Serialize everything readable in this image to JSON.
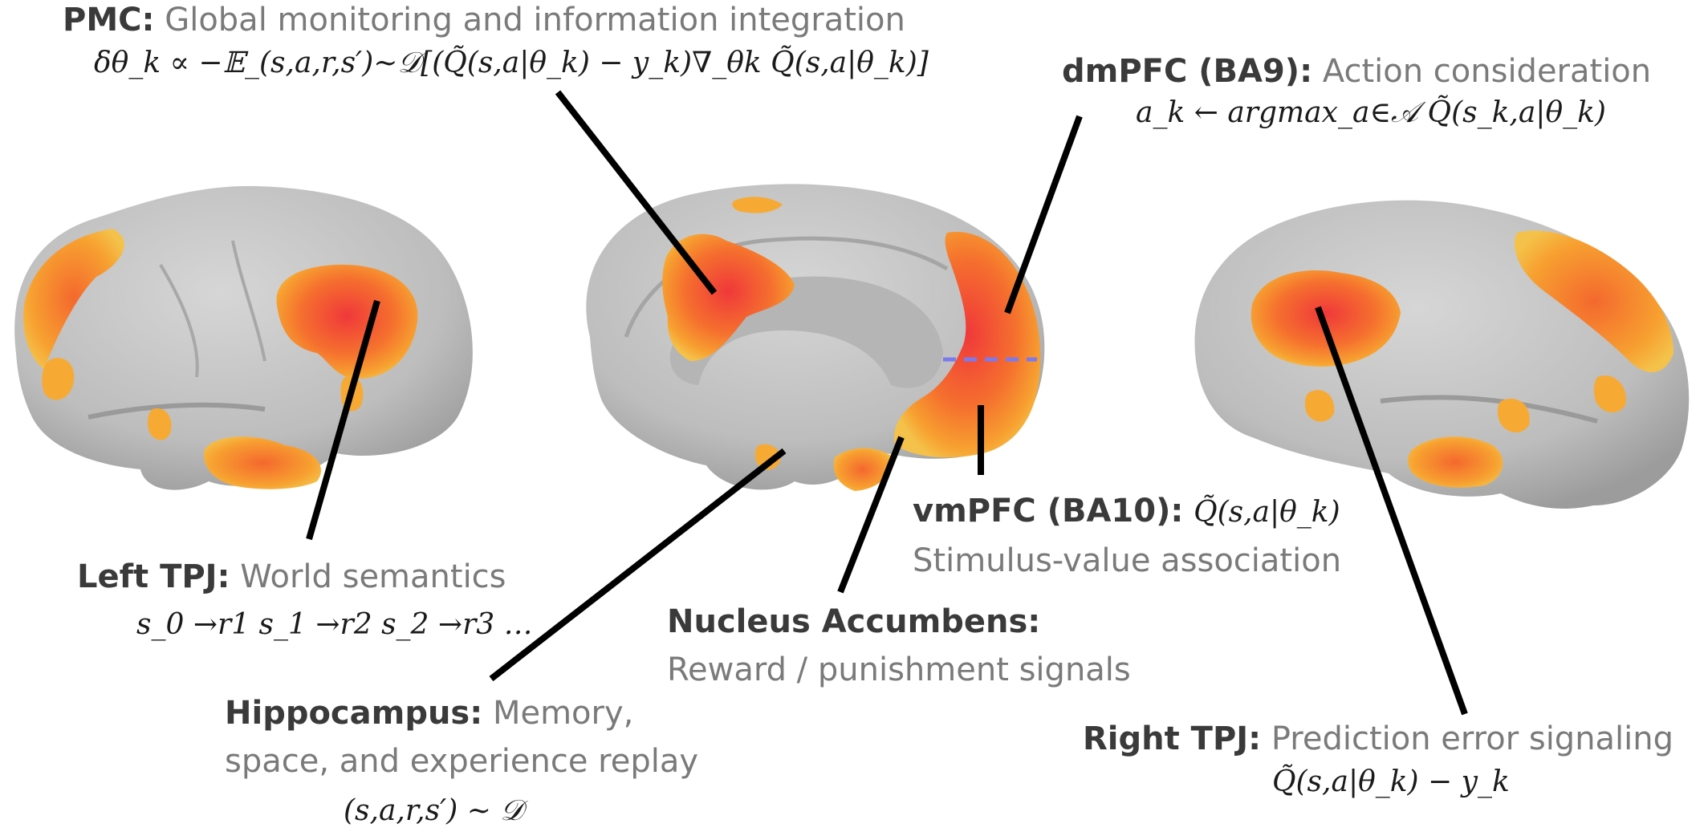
{
  "regions": {
    "pmc": {
      "name": "PMC:",
      "description": "Global monitoring and information integration",
      "formula": "δθ_k ∝ −𝔼_(s,a,r,s′)∼𝒟[(Q̃(s,a|θ_k) − y_k)∇_θk Q̃(s,a|θ_k)]"
    },
    "dmpfc": {
      "name": "dmPFC (BA9):",
      "description": "Action consideration",
      "formula": "a_k ← argmax_a∈𝒜 Q̃(s_k,a|θ_k)"
    },
    "left_tpj": {
      "name": "Left TPJ:",
      "description": "World semantics",
      "formula": "s_0 →r1 s_1 →r2 s_2 →r3 …"
    },
    "vmpfc": {
      "name": "vmPFC (BA10):",
      "formula": "Q̃(s,a|θ_k)",
      "description": "Stimulus-value association"
    },
    "nucleus_accumbens": {
      "name": "Nucleus Accumbens:",
      "description": "Reward / punishment signals"
    },
    "hippocampus": {
      "name": "Hippocampus:",
      "description_line1": "Memory,",
      "description_line2": "space, and experience replay",
      "formula": "(s,a,r,s′) ∼ 𝒟"
    },
    "right_tpj": {
      "name": "Right TPJ:",
      "description": "Prediction error signaling",
      "formula": "Q̃(s,a|θ_k) − y_k"
    }
  },
  "colors": {
    "heading": "#3a3a3a",
    "description": "#7a7a7a",
    "brain_surface": "#c4c4c4",
    "activation_core": "#f0483a",
    "activation_outer": "#f79a2e",
    "activation_edge": "#f4c04a",
    "leader_line": "#000000",
    "boundary_dash": "#7a7aee"
  },
  "icons": [
    "left-hemisphere-lateral-icon",
    "medial-hemisphere-icon",
    "right-hemisphere-lateral-icon"
  ]
}
